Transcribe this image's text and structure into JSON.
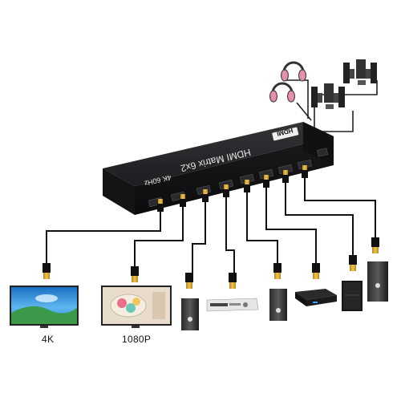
{
  "product": {
    "name": "HDMI Matrix 6x2",
    "resolution": "4K 60Hz",
    "logo_text": "HDMI"
  },
  "displays": [
    {
      "label": "4K"
    },
    {
      "label": "1080P"
    }
  ],
  "colors": {
    "device_body": "#1f1f21",
    "device_top": "#2c2c2e",
    "cable": "#111111",
    "connector_gold": "#d4a12a",
    "headphone_pink": "#e58fb0"
  }
}
